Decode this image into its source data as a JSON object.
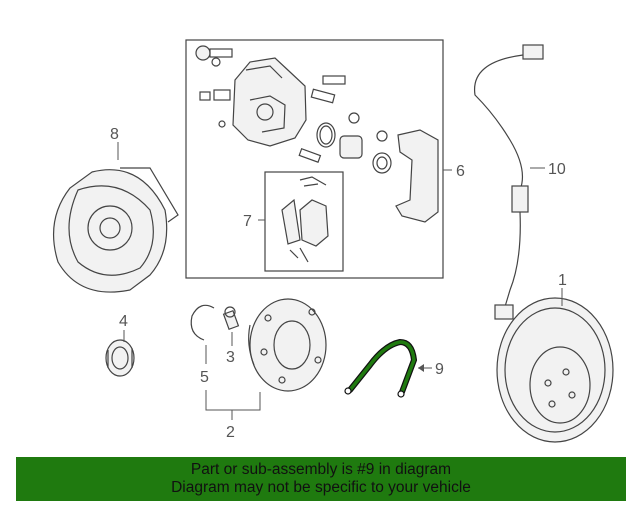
{
  "callouts": {
    "c1": "1",
    "c2": "2",
    "c3": "3",
    "c4": "4",
    "c5": "5",
    "c6": "6",
    "c7": "7",
    "c8": "8",
    "c9": "9",
    "c10": "10"
  },
  "banner": {
    "line1": "Part or sub-assembly is #9 in diagram",
    "line2": "Diagram may not be specific to your vehicle"
  },
  "colors": {
    "banner_bg": "#1f7a0f",
    "highlight_part": "#1f7a0f",
    "line_art": "#444444"
  }
}
